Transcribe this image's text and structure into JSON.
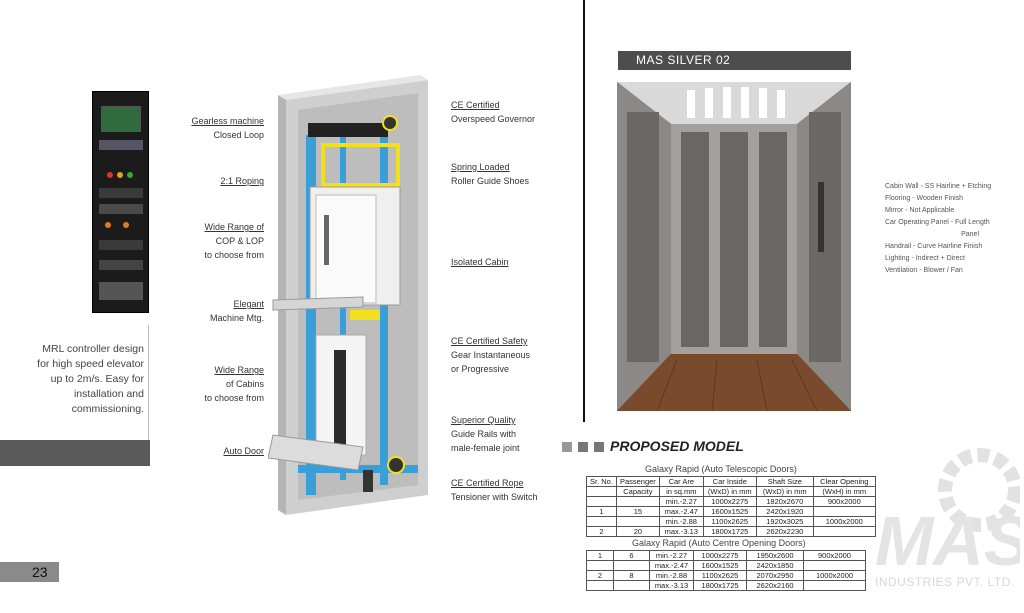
{
  "page": {
    "number": "23"
  },
  "left": {
    "mrl_text_lines": [
      "MRL controller design",
      "for high speed elevator",
      "up to 2m/s. Easy for",
      "installation and",
      "commissioning."
    ]
  },
  "labels_left": [
    {
      "line1": "Gearless machine",
      "line2": "Closed Loop",
      "line3": ""
    },
    {
      "line1": "2:1 Roping",
      "line2": "",
      "line3": ""
    },
    {
      "line1": "Wide Range of",
      "line2": "COP & LOP",
      "line3": "to choose from"
    },
    {
      "line1": "Elegant",
      "line2": "Machine Mtg.",
      "line3": ""
    },
    {
      "line1": "Wide Range",
      "line2": "of Cabins",
      "line3": "to choose from"
    },
    {
      "line1": "Auto Door",
      "line2": "",
      "line3": ""
    }
  ],
  "labels_right": [
    {
      "line1": "CE Certified",
      "line2": "Overspeed Governor",
      "line3": ""
    },
    {
      "line1": "Spring Loaded",
      "line2": "Roller Guide Shoes",
      "line3": ""
    },
    {
      "line1": "Isolated Cabin",
      "line2": "",
      "line3": ""
    },
    {
      "line1": "CE Certified Safety",
      "line2": "Gear Instantaneous",
      "line3": "or Progressive"
    },
    {
      "line1": "Superior Quality",
      "line2": "Guide Rails with",
      "line3": "male-female joint"
    },
    {
      "line1": "CE Certified Rope",
      "line2": "Tensioner with Switch",
      "line3": ""
    }
  ],
  "model": {
    "name": "MAS SILVER 02",
    "specs": [
      "Cabin Wall - SS Hairline + Etching",
      "Flooring - Wooden Finish",
      "Mirror - Not Applicable",
      "Car Operating Panel - Full Length",
      "Panel",
      "Handrail - Curve Hairline Finish",
      "Lighting - Indirect + Direct",
      "Ventilation - Blower / Fan"
    ]
  },
  "proposed": {
    "title": "PROPOSED MODEL",
    "table1_title": "Galaxy Rapid (Auto Telescopic Doors)",
    "table2_title": "Galaxy Rapid (Auto Centre Opening Doors)",
    "headers_row1": [
      "Sr. No.",
      "Passenger",
      "Car Are",
      "Car Inside",
      "Shaft Size",
      "Clear Opening"
    ],
    "headers_row2": [
      "",
      "Capacity",
      "in sq.mm",
      "(WxD) in mm",
      "(WxD) in mm",
      "(WxH) in mm"
    ],
    "table1_rows": [
      [
        "",
        "",
        "min.-2.27",
        "1000x2275",
        "1820x2670",
        "900x2000"
      ],
      [
        "1",
        "15",
        "max.-2.47",
        "1600x1525",
        "2420x1920",
        ""
      ],
      [
        "",
        "",
        "min.-2.88",
        "1100x2625",
        "1920x3025",
        "1000x2000"
      ],
      [
        "2",
        "20",
        "max.-3.13",
        "1800x1725",
        "2620x2230",
        ""
      ]
    ],
    "table2_rows": [
      [
        "1",
        "6",
        "min.-2.27",
        "1000x2275",
        "1950x2600",
        "900x2000"
      ],
      [
        "",
        "",
        "max.-2.47",
        "1600x1525",
        "2420x1850",
        ""
      ],
      [
        "2",
        "8",
        "min.-2.88",
        "1100x2625",
        "2070x2950",
        "1000x2000"
      ],
      [
        "",
        "",
        "max.-3.13",
        "1800x1725",
        "2620x2160",
        ""
      ]
    ]
  },
  "watermark": {
    "letters": "MAS",
    "text": "INDUSTRIES PVT. LTD."
  },
  "colors": {
    "rail_blue": "#3a9fd8",
    "frame_yellow": "#f2e11a",
    "bar_grey": "#5a5a5a"
  }
}
